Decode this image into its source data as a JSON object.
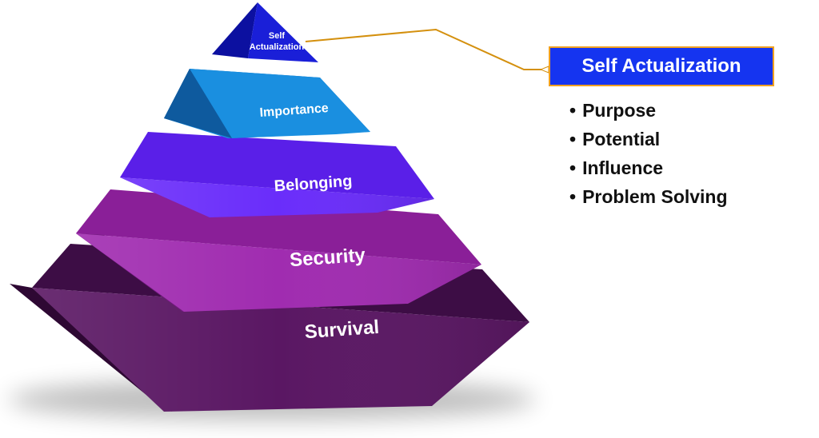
{
  "pyramid": {
    "tiers": [
      {
        "label": "Survival",
        "color_front": "#5a1763",
        "color_top": "#3d0d45",
        "color_side": "#2e0833"
      },
      {
        "label": "Security",
        "color_front": "#a02cb0",
        "color_top": "#8a1f98",
        "color_side": "#6f1a7b"
      },
      {
        "label": "Belonging",
        "color_front": "#6a2dfa",
        "color_top": "#5a1fe8",
        "color_side": "#4415b8"
      },
      {
        "label": "Importance",
        "color_front": "#1a8fe0",
        "color_top": "#1470c0",
        "color_side": "#0e5a9e"
      },
      {
        "label_line1": "Self",
        "label_line2": "Actualization",
        "color_front": "#1a1fd8",
        "color_side": "#0c10a0"
      }
    ]
  },
  "callout": {
    "title": "Self Actualization",
    "box_color": "#1534f0",
    "border_color": "#f0a020",
    "connector_color": "#d4900e",
    "items": [
      "Purpose",
      "Potential",
      "Influence",
      "Problem Solving"
    ]
  }
}
